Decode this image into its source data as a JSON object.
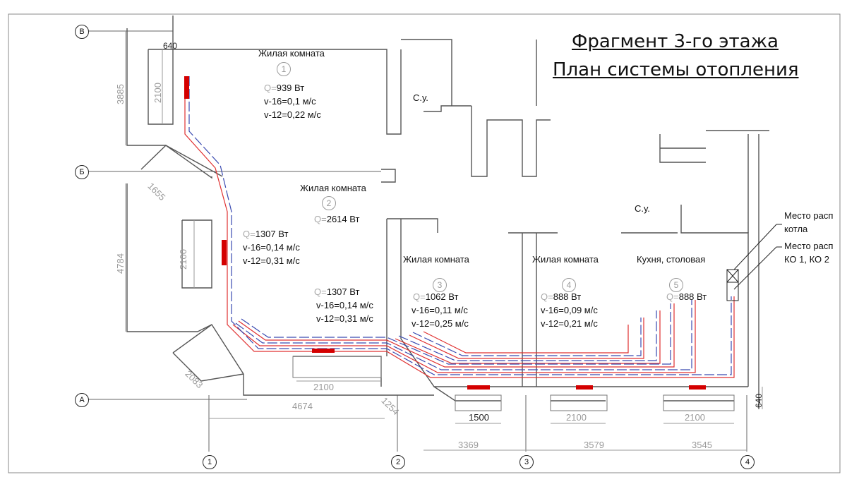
{
  "title": {
    "line1": "Фрагмент 3-го этажа",
    "line2": "План системы отопления"
  },
  "axes": {
    "rows": [
      "В",
      "Б",
      "А"
    ],
    "cols": [
      "1",
      "2",
      "3",
      "4"
    ]
  },
  "rooms": [
    {
      "name": "Жилая комната",
      "num": "1",
      "q_prefix": "Q=",
      "q": "939 Вт",
      "v16": "v-16=0,1 м/с",
      "v12": "v-12=0,22 м/с"
    },
    {
      "name": "Жилая комната",
      "num": "2",
      "q_prefix": "Q=",
      "q": "2614 Вт"
    },
    {
      "name": "Жилая комната",
      "num": "3",
      "q_prefix": "Q=",
      "q": "1062 Вт",
      "v16": "v-16=0,11 м/с",
      "v12": "v-12=0,25 м/с"
    },
    {
      "name": "Жилая комната",
      "num": "4",
      "q_prefix": "Q=",
      "q": "888 Вт",
      "v16": "v-16=0,09 м/с",
      "v12": "v-12=0,21 м/с"
    },
    {
      "name": "Кухня, столовая",
      "num": "5",
      "q_prefix": "Q=",
      "q": "888 Вт"
    }
  ],
  "extra_loads": [
    {
      "q_prefix": "Q=",
      "q": "1307 Вт",
      "v16": "v-16=0,14 м/с",
      "v12": "v-12=0,31 м/с"
    },
    {
      "q_prefix": "Q=",
      "q": "1307 Вт",
      "v16": "v-16=0,14 м/с",
      "v12": "v-12=0,31 м/с"
    }
  ],
  "bathrooms": [
    "С.у.",
    "С.у."
  ],
  "callouts": {
    "boiler_1": "Место расп",
    "boiler_2": "котла",
    "ko_1": "Место расп",
    "ko_2": "КО 1, КО 2"
  },
  "dimensions": {
    "d640_top": "640",
    "d3885": "3885",
    "d2100_a": "2100",
    "d1655": "1655",
    "d4784": "4784",
    "d2100_b": "2100",
    "d2083": "2083",
    "d2100_c": "2100",
    "d4674": "4674",
    "d1254": "1254",
    "d1500": "1500",
    "d2100_d": "2100",
    "d2100_e": "2100",
    "d3369": "3369",
    "d3579": "3579",
    "d3545": "3545",
    "d640_right": "640"
  },
  "colors": {
    "supply": "#e03030",
    "return": "#3a4ab0",
    "radiator": "#d40000",
    "wall": "#555555"
  }
}
